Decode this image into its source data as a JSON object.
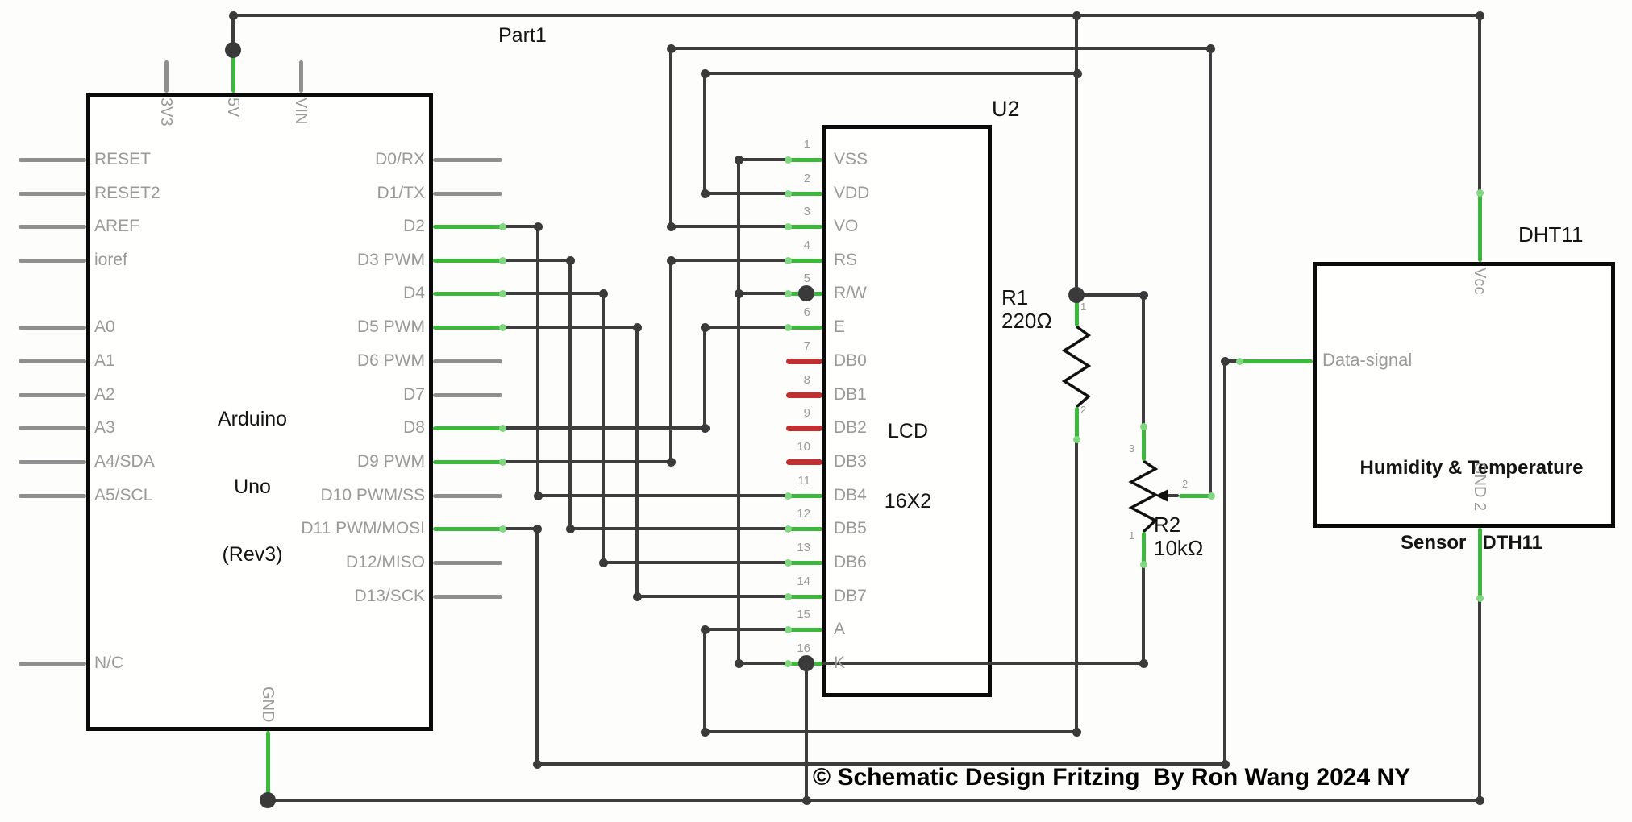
{
  "part_label": "Part1",
  "copyright": "© Schematic Design Fritzing  By Ron Wang 2024 NY",
  "arduino": {
    "name_lines": [
      "Arduino",
      "Uno",
      "(Rev3)"
    ],
    "top_pins": [
      "3V3",
      "5V",
      "VIN"
    ],
    "bottom_pin": "GND",
    "left_pins": [
      "RESET",
      "RESET2",
      "AREF",
      "ioref",
      "A0",
      "A1",
      "A2",
      "A3",
      "A4/SDA",
      "A5/SCL",
      "N/C"
    ],
    "right_pins": [
      "D0/RX",
      "D1/TX",
      "D2",
      "D3 PWM",
      "D4",
      "D5 PWM",
      "D6 PWM",
      "D7",
      "D8",
      "D9 PWM",
      "D10 PWM/SS",
      "D11 PWM/MOSI",
      "D12/MISO",
      "D13/SCK"
    ]
  },
  "lcd": {
    "ref": "U2",
    "name_lines": [
      "LCD",
      "16X2"
    ],
    "pins": [
      {
        "num": "1",
        "label": "VSS"
      },
      {
        "num": "2",
        "label": "VDD"
      },
      {
        "num": "3",
        "label": "VO"
      },
      {
        "num": "4",
        "label": "RS"
      },
      {
        "num": "5",
        "label": "R/W"
      },
      {
        "num": "6",
        "label": "E"
      },
      {
        "num": "7",
        "label": "DB0"
      },
      {
        "num": "8",
        "label": "DB1"
      },
      {
        "num": "9",
        "label": "DB2"
      },
      {
        "num": "10",
        "label": "DB3"
      },
      {
        "num": "11",
        "label": "DB4"
      },
      {
        "num": "12",
        "label": "DB5"
      },
      {
        "num": "13",
        "label": "DB6"
      },
      {
        "num": "14",
        "label": "DB7"
      },
      {
        "num": "15",
        "label": "A"
      },
      {
        "num": "16",
        "label": "K"
      }
    ]
  },
  "dht": {
    "ref": "DHT11",
    "title_line1": "Humidity & Temperature",
    "title_line2": "Sensor   DTH11",
    "pin_vcc": "Vcc",
    "pin_data": "Data-signal",
    "pin_gnd": "GND 2"
  },
  "r1": {
    "ref": "R1",
    "value": "220Ω",
    "pin1": "1",
    "pin2": "2"
  },
  "r2": {
    "ref": "R2",
    "value": "10kΩ",
    "pin1": "1",
    "pin2": "2",
    "pin3": "3"
  },
  "colors": {
    "wire_dark": "#3d3d3d",
    "wire_green": "#3cb83c",
    "wire_gray": "#8f8f8f",
    "wire_red": "#c03030",
    "copyright": "#0e7d8d"
  }
}
